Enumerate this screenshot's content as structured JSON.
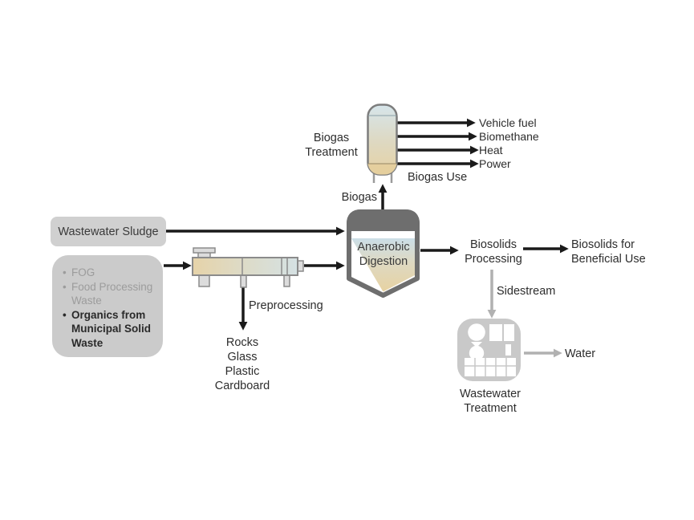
{
  "marker": "•",
  "feedstock": {
    "sludge_label": "Wastewater Sludge",
    "bullets": [
      {
        "label": "FOG"
      },
      {
        "label": "Food Processing Waste"
      },
      {
        "label": "Organics from Municipal Solid Waste"
      }
    ]
  },
  "preprocessing": {
    "label": "Preprocessing",
    "rejects": [
      "Rocks",
      "Glass",
      "Plastic",
      "Cardboard"
    ]
  },
  "digester": {
    "line1": "Anaerobic",
    "line2": "Digestion"
  },
  "biogas": {
    "stream_label": "Biogas",
    "treatment": {
      "line1": "Biogas",
      "line2": "Treatment"
    },
    "use_label": "Biogas Use",
    "uses": [
      "Vehicle fuel",
      "Biomethane",
      "Heat",
      "Power"
    ]
  },
  "biosolids": {
    "processing": {
      "line1": "Biosolids",
      "line2": "Processing"
    },
    "beneficial": {
      "line1": "Biosolids for",
      "line2": "Beneficial Use"
    }
  },
  "sidestream": {
    "label": "Sidestream",
    "treatment": {
      "line1": "Wastewater",
      "line2": "Treatment"
    },
    "water_label": "Water"
  },
  "colors": {
    "box_gray": "#d0d0d0",
    "panel_gray": "#cbcbcb",
    "muted_text": "#9c9c9c",
    "dark_text": "#2d2d2d",
    "dome_gray": "#6e6e6e",
    "vessel_blue": "#d6e5eb",
    "vessel_beige": "#e6d2a4",
    "arrow_black": "#1a1a1a",
    "arrow_gray": "#b1b1b1",
    "icon_gray": "#c9c9c9"
  }
}
